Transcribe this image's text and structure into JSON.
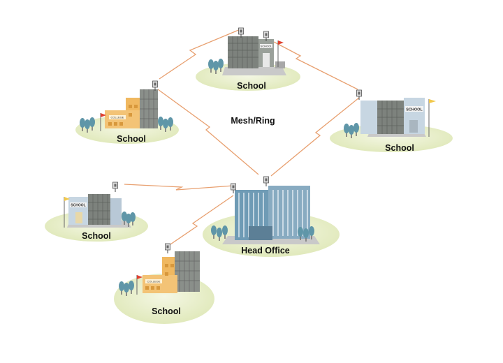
{
  "diagram": {
    "topology_label": "Mesh/Ring",
    "sites": {
      "top_school": {
        "label": "School",
        "sign": "SCHOOL"
      },
      "left_college": {
        "label": "School",
        "sign": "COLLEGE"
      },
      "right_school": {
        "label": "School",
        "sign": "SCHOOL"
      },
      "west_school": {
        "label": "School",
        "sign": "SCHOOL"
      },
      "bottom_college": {
        "label": "School",
        "sign": "COLLEGE"
      },
      "head_office": {
        "label": "Head Office"
      }
    },
    "links": [
      {
        "from": "left_college",
        "to": "top_school",
        "type": "wireless"
      },
      {
        "from": "top_school",
        "to": "right_school",
        "type": "wireless"
      },
      {
        "from": "left_college",
        "to": "head_office",
        "type": "wireless"
      },
      {
        "from": "right_school",
        "to": "head_office",
        "type": "wireless"
      },
      {
        "from": "west_school",
        "to": "head_office",
        "type": "wireless"
      },
      {
        "from": "bottom_college",
        "to": "head_office",
        "type": "wireless"
      }
    ],
    "colors": {
      "link": "#e8a070",
      "island": "#dfe8b8",
      "building_grey": "#8a8f8a",
      "building_glass": "#c7d6e2",
      "building_orange": "#f0b860",
      "tower": "#6f9bb5",
      "tree": "#5f96a8",
      "flag": "#e04030"
    }
  }
}
